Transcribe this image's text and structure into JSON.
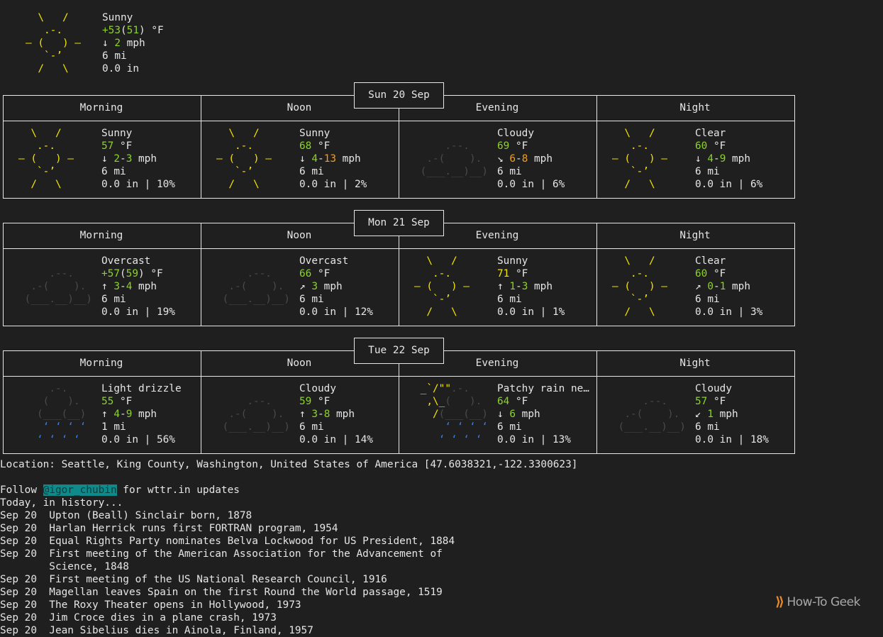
{
  "current": {
    "art": [
      "  \\   /   ",
      "   .-.    ",
      "― (   ) ― ",
      "   `-’    ",
      "  /   \\   "
    ],
    "art_class": "y",
    "condition": "Sunny",
    "temp": "+53",
    "feels": "51",
    "unit": " °F",
    "wind_dir": "↓",
    "wind": "2",
    "wind_unit": " mph",
    "visibility": "6 mi",
    "precip": "0.0 in"
  },
  "columns": [
    "Morning",
    "Noon",
    "Evening",
    "Night"
  ],
  "days": [
    {
      "date": "Sun 20 Sep",
      "periods": [
        {
          "art": "sun",
          "condition": "Sunny",
          "temp": "57",
          "feels": "",
          "unit": " °F",
          "wind_dir": "↓",
          "wind": "2-3",
          "wind_class": "g",
          "wind_unit": " mph",
          "visibility": "6 mi",
          "precip": "0.0 in | 10%"
        },
        {
          "art": "sun",
          "condition": "Sunny",
          "temp": "68",
          "feels": "",
          "unit": " °F",
          "wind_dir": "↓",
          "wind": "4-13",
          "wind_class": "o",
          "wind_unit": " mph",
          "visibility": "6 mi",
          "precip": "0.0 in | 2%"
        },
        {
          "art": "cloud",
          "condition": "Cloudy",
          "temp": "69",
          "feels": "",
          "unit": " °F",
          "wind_dir": "↘",
          "wind": "6-8",
          "wind_class": "o",
          "wind_unit": " mph",
          "visibility": "6 mi",
          "precip": "0.0 in | 6%"
        },
        {
          "art": "sun",
          "condition": "Clear",
          "temp": "60",
          "feels": "",
          "unit": " °F",
          "wind_dir": "↓",
          "wind": "4-9",
          "wind_class": "g",
          "wind_unit": " mph",
          "visibility": "6 mi",
          "precip": "0.0 in | 6%"
        }
      ]
    },
    {
      "date": "Mon 21 Sep",
      "periods": [
        {
          "art": "cloud",
          "condition": "Overcast",
          "temp": "+57",
          "feels": "59",
          "unit": " °F",
          "wind_dir": "↑",
          "wind": "3-4",
          "wind_class": "g",
          "wind_unit": " mph",
          "visibility": "6 mi",
          "precip": "0.0 in | 19%"
        },
        {
          "art": "cloud",
          "condition": "Overcast",
          "temp": "66",
          "feels": "",
          "unit": " °F",
          "wind_dir": "↗",
          "wind": "3",
          "wind_class": "g",
          "wind_unit": " mph",
          "visibility": "6 mi",
          "precip": "0.0 in | 12%"
        },
        {
          "art": "sun",
          "condition": "Sunny",
          "temp": "71",
          "feels": "",
          "unit": " °F",
          "wind_dir": "↑",
          "wind": "1-3",
          "wind_class": "g",
          "wind_unit": " mph",
          "visibility": "6 mi",
          "precip": "0.0 in | 1%"
        },
        {
          "art": "sun",
          "condition": "Clear",
          "temp": "60",
          "feels": "",
          "unit": " °F",
          "wind_dir": "↗",
          "wind": "0-1",
          "wind_class": "g",
          "wind_unit": " mph",
          "visibility": "6 mi",
          "precip": "0.0 in | 3%"
        }
      ]
    },
    {
      "date": "Tue 22 Sep",
      "periods": [
        {
          "art": "drizzle",
          "condition": "Light drizzle",
          "temp": "55",
          "feels": "",
          "unit": " °F",
          "wind_dir": "↑",
          "wind": "4-9",
          "wind_class": "g",
          "wind_unit": " mph",
          "visibility": "1 mi",
          "precip": "0.0 in | 56%"
        },
        {
          "art": "cloud",
          "condition": "Cloudy",
          "temp": "59",
          "feels": "",
          "unit": " °F",
          "wind_dir": "↑",
          "wind": "3-8",
          "wind_class": "g",
          "wind_unit": " mph",
          "visibility": "6 mi",
          "precip": "0.0 in | 14%"
        },
        {
          "art": "patchy",
          "condition": "Patchy rain ne…",
          "temp": "64",
          "feels": "",
          "unit": " °F",
          "wind_dir": "↓",
          "wind": "6",
          "wind_class": "g",
          "wind_unit": " mph",
          "visibility": "6 mi",
          "precip": "0.0 in | 13%"
        },
        {
          "art": "cloud",
          "condition": "Cloudy",
          "temp": "57",
          "feels": "",
          "unit": " °F",
          "wind_dir": "↙",
          "wind": "1",
          "wind_class": "g",
          "wind_unit": " mph",
          "visibility": "6 mi",
          "precip": "0.0 in | 18%"
        }
      ]
    }
  ],
  "location": "Location: Seattle, King County, Washington, United States of America [47.6038321,-122.3300623]",
  "follow": {
    "prefix": "Follow ",
    "handle": "@igor_chubin",
    "suffix": " for wttr.in updates"
  },
  "history_title": "Today, in history...",
  "history": [
    "Sep 20  Upton (Beall) Sinclair born, 1878",
    "Sep 20  Harlan Herrick runs first FORTRAN program, 1954",
    "Sep 20  Equal Rights Party nominates Belva Lockwood for US President, 1884",
    "Sep 20  First meeting of the American Association for the Advancement of",
    "        Science, 1848",
    "Sep 20  First meeting of the US National Research Council, 1916",
    "Sep 20  Magellan leaves Spain on the first Round the World passage, 1519",
    "Sep 20  The Roxy Theater opens in Hollywood, 1973",
    "Sep 20  Jim Croce dies in a plane crash, 1973",
    "Sep 20  Jean Sibelius dies in Ainola, Finland, 1957"
  ],
  "logo_text": "How-To Geek",
  "colors": {
    "sun": "#f5e400",
    "temp": "#8cd32a",
    "wind_high": "#f0a020",
    "cloud": "#4a4a4a",
    "rain": "#3a7bdc",
    "handle_bg": "#0f8a8a"
  }
}
